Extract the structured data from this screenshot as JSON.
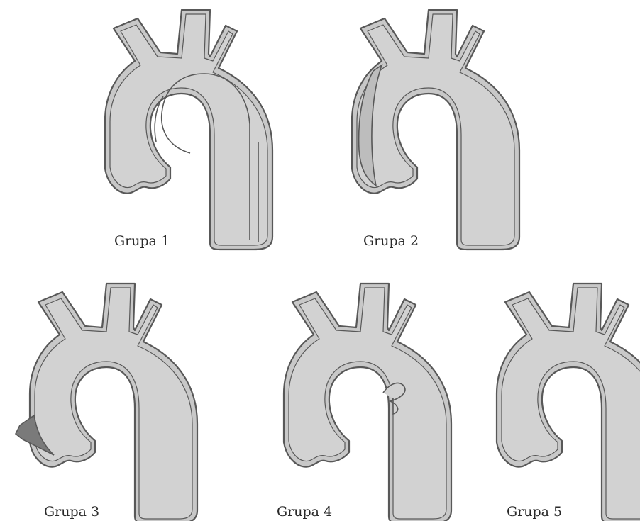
{
  "figure": {
    "panels": [
      {
        "id": "group-1",
        "label": "Grupa 1",
        "variant": "intimal-flap"
      },
      {
        "id": "group-2",
        "label": "Grupa 2",
        "variant": "intramural-hematoma"
      },
      {
        "id": "group-3",
        "label": "Grupa 3",
        "variant": "ulcer"
      },
      {
        "id": "group-4",
        "label": "Grupa 4",
        "variant": "intimal-tear"
      },
      {
        "id": "group-5",
        "label": "Grupa 5",
        "variant": "iatrogenic-catheter"
      }
    ]
  },
  "colors": {
    "outline": "#585858",
    "wall": "#c8c8c8",
    "lumen": "#d2d2d2",
    "lumen_shade": "#bdbdbd",
    "hematoma": "#7a7a7a",
    "catheter": "#4a4a4a",
    "background": "#ffffff"
  }
}
